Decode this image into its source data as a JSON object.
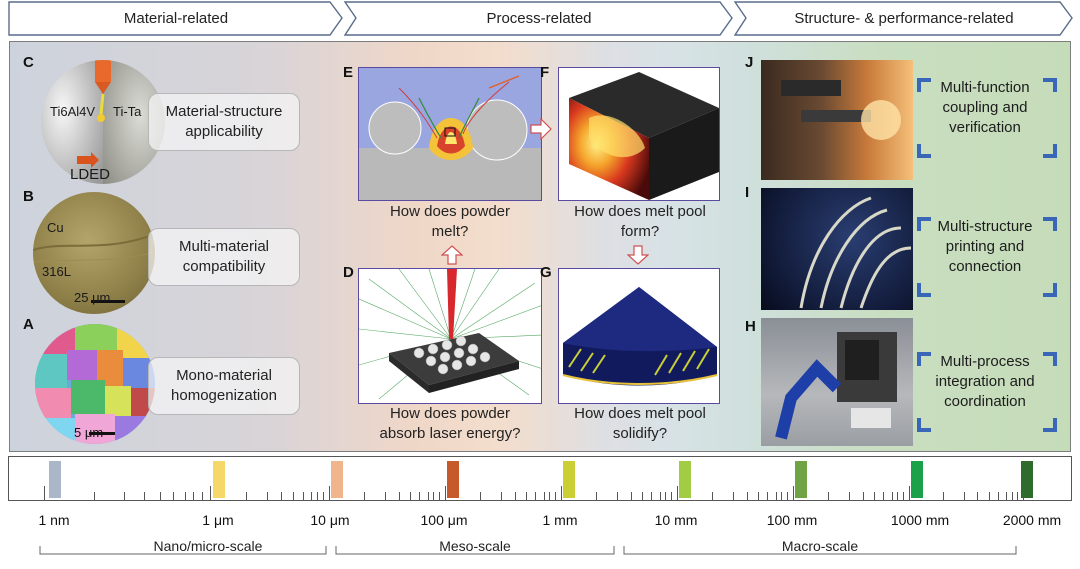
{
  "header": {
    "material": "Material-related",
    "process": "Process-related",
    "structure": "Structure- & performance-related"
  },
  "panels": {
    "c": {
      "letter": "C",
      "alloy_left": "Ti6Al4V",
      "alloy_right": "Ti-Ta",
      "process": "LDED",
      "label": "Material-structure applicability",
      "line1": "Material-structure",
      "line2": "applicability"
    },
    "b": {
      "letter": "B",
      "mat_top": "Cu",
      "mat_bottom": "316L",
      "scale": "25 μm",
      "line1": "Multi-material",
      "line2": "compatibility"
    },
    "a": {
      "letter": "A",
      "scale": "5 μm",
      "line1": "Mono-material",
      "line2": "homogenization"
    },
    "e": {
      "letter": "E",
      "line1": "How does powder",
      "line2": "melt?"
    },
    "d": {
      "letter": "D",
      "line1": "How does powder",
      "line2": "absorb laser energy?"
    },
    "f": {
      "letter": "F",
      "line1": "How does melt pool",
      "line2": "form?"
    },
    "g": {
      "letter": "G",
      "line1": "How does melt pool",
      "line2": "solidify?"
    },
    "j": {
      "letter": "J",
      "line1": "Multi-function",
      "line2": "coupling and",
      "line3": "verification"
    },
    "i": {
      "letter": "I",
      "line1": "Multi-structure",
      "line2": "printing and",
      "line3": "connection"
    },
    "h": {
      "letter": "H",
      "line1": "Multi-process",
      "line2": "integration and",
      "line3": "coordination"
    }
  },
  "scale": {
    "labels": [
      "1 nm",
      "1 μm",
      "10 μm",
      "100 μm",
      "1 mm",
      "10 mm",
      "100 mm",
      "1000 mm",
      "2000 mm"
    ],
    "colors": [
      "#a9b7c9",
      "#f6d86a",
      "#f0b58d",
      "#c65a2a",
      "#c9cf34",
      "#a3cc45",
      "#6fa343",
      "#1aa14a",
      "#2f6b2c"
    ],
    "groups": [
      "Nano/micro-scale",
      "Meso-scale",
      "Macro-scale"
    ]
  }
}
